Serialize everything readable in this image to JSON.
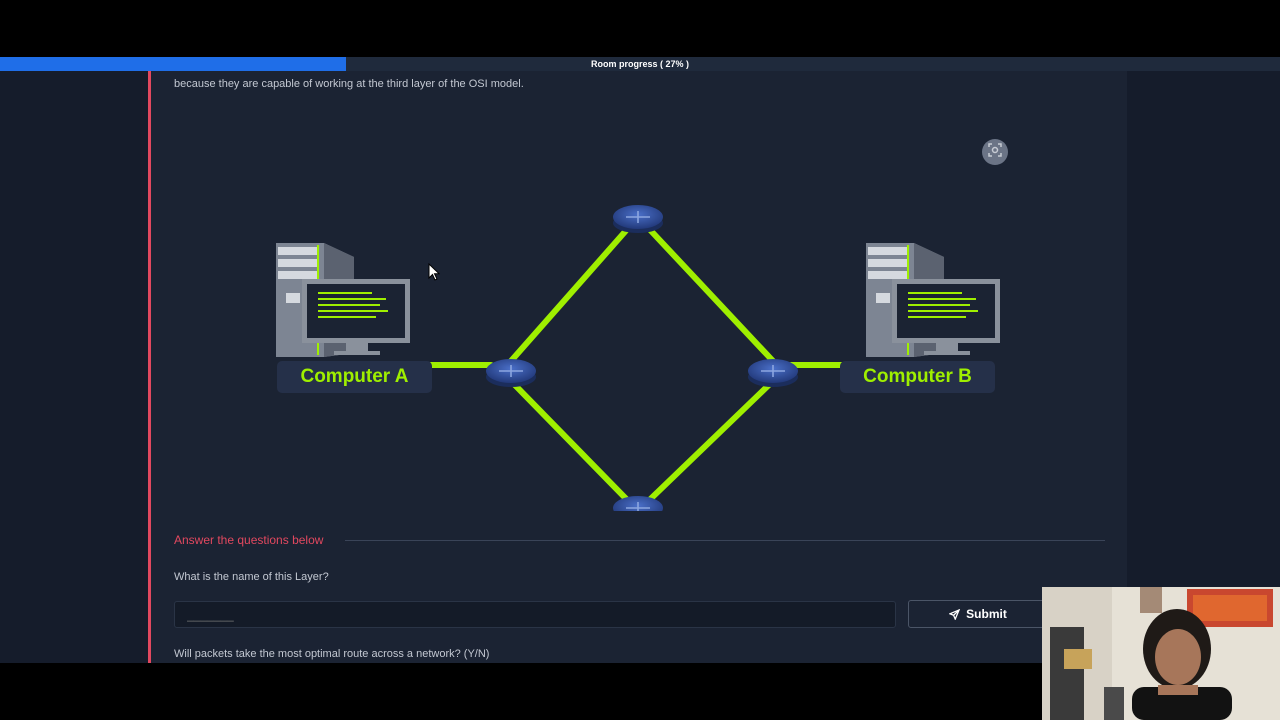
{
  "progress": {
    "label": "Room progress ( 27% )",
    "percent": 27
  },
  "colors": {
    "accent": "#e2485f",
    "progress": "#1f6ee8",
    "link_green": "#9fef00",
    "router": "#2e4d9a"
  },
  "content": {
    "intro_text": "because they are capable of working at the third layer of the OSI model.",
    "diagram": {
      "computer_a_label": "Computer A",
      "computer_b_label": "Computer B"
    },
    "answer_section": {
      "heading": "Answer the questions below",
      "question_1": "What is the name of this Layer?",
      "answer_1_placeholder": "_______",
      "submit_label": "Submit",
      "question_2": "Will packets take the most optimal route across a network? (Y/N)"
    }
  },
  "icons": {
    "expand": "expand-icon",
    "submit": "send-icon",
    "cursor": "mouse-pointer-icon"
  }
}
